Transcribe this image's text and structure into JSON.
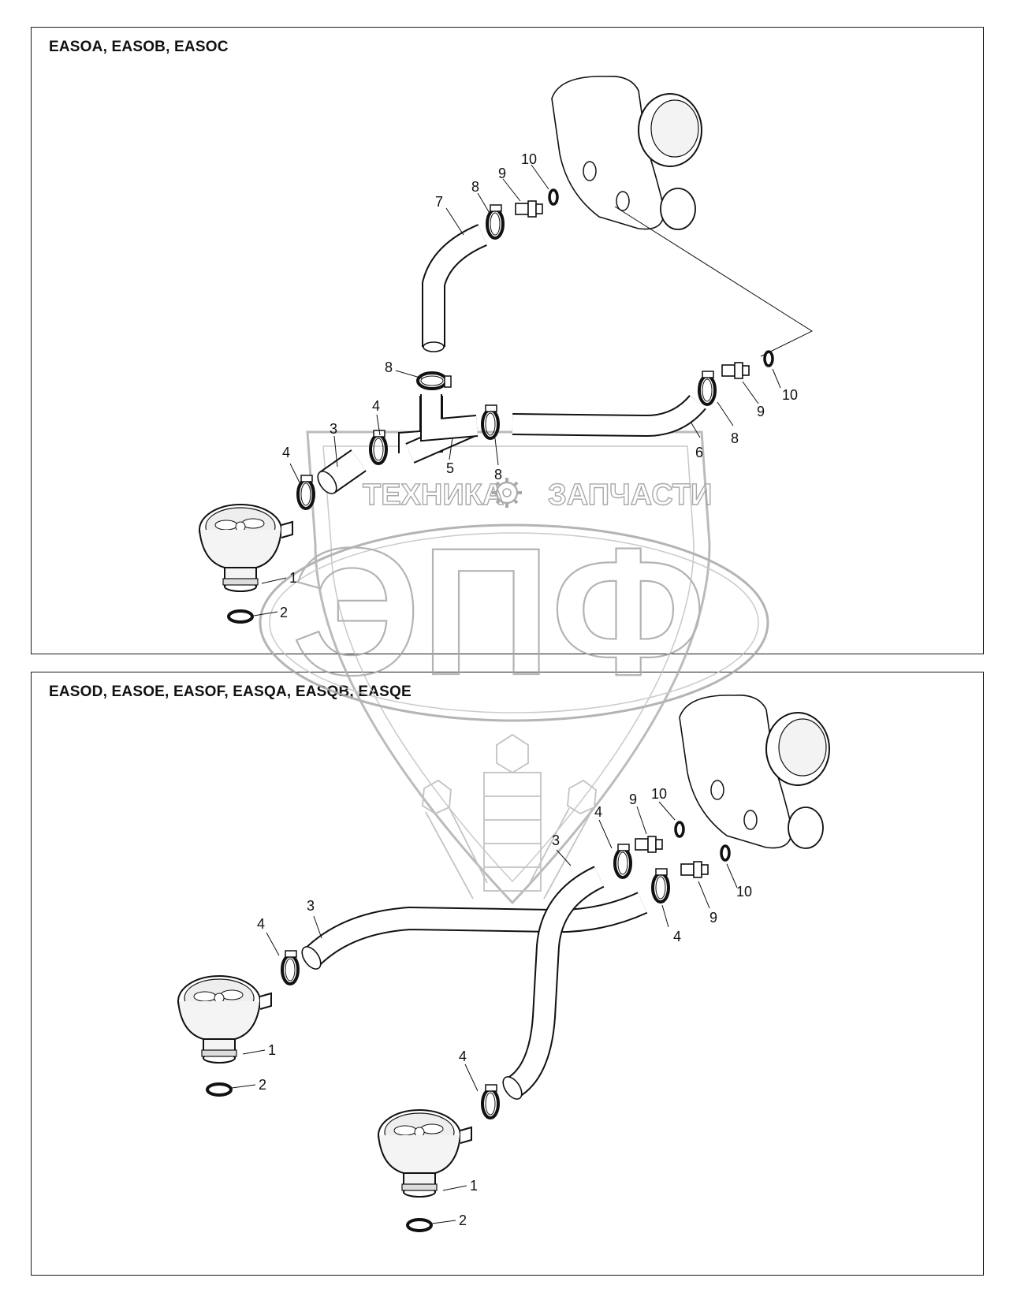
{
  "panels": [
    {
      "title": "EASOA, EASOB, EASOC"
    },
    {
      "title": "EASOD, EASOE, EASOF, EASQA, EASQB, EASQE"
    }
  ],
  "watermark": {
    "top_left": "ТЕХНИКА",
    "top_right": "ЗАПЧАСТИ",
    "logo": "ЭПФ",
    "gear_icon": "gear-icon"
  },
  "callouts_top": [
    "1",
    "2",
    "3",
    "4",
    "4",
    "5",
    "6",
    "7",
    "8",
    "8",
    "8",
    "8",
    "9",
    "9",
    "10",
    "10"
  ],
  "callouts_bottom": [
    "1",
    "2",
    "1",
    "2",
    "3",
    "3",
    "4",
    "4",
    "4",
    "4",
    "9",
    "9",
    "10",
    "10"
  ]
}
